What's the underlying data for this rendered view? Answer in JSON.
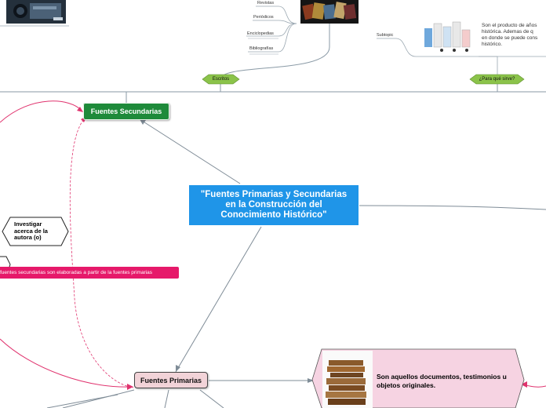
{
  "mindmap": {
    "central": "\"Fuentes Primarias y Secundarias en la Construcción del Conocimiento Histórico\"",
    "secundarias": "Fuentes Secundarias",
    "primarias": "Fuentes Primarias",
    "investigar": "Investigar acerca de la autora (o)",
    "banner": "fuentes secundarias son elaboradas a partir de la fuentes primarias",
    "escritos": "Escritos",
    "para_que_sirve": "¿Para qué sirve?",
    "subtopic": "Subtopic",
    "top_right_desc_lines": [
      "Son el producto de años",
      "histórica. Ademas de q",
      "en donde se puede cons",
      "histórico."
    ],
    "primarias_desc": "Son aquellos documentos, testimonios u objetos originales.",
    "escritos_items": [
      "Revistas",
      "Periódicos",
      "Enciclopedias",
      "Bibliografías"
    ]
  },
  "colors": {
    "central": "#1f95e8",
    "secundarias": "#1e8a3a",
    "primarias": "#f2d3d8",
    "banner": "#e6196a",
    "ribbon": "#8bc34a",
    "hexagon_pink": "#f6d3e2",
    "connector_pink": "#e0336e"
  },
  "icons": [
    "camera-photo",
    "books-photo",
    "library-illustration",
    "book-stack-photo"
  ]
}
